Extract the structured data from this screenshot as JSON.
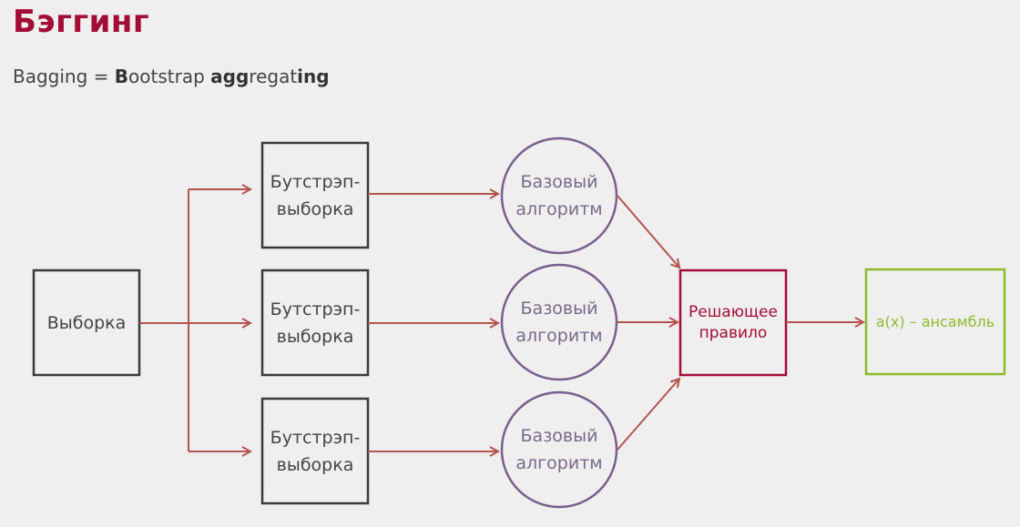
{
  "title": "Бэггинг",
  "subtitle": {
    "prefix": "Bagging = ",
    "parts": [
      {
        "bold": "B",
        "normal": "ootstrap "
      },
      {
        "bold": "agg",
        "normal": "regat"
      },
      {
        "bold": "ing",
        "normal": ""
      }
    ]
  },
  "diagram": {
    "sample": "Выборка",
    "bootstrap": [
      "Бутстрэп-\nвыборка",
      "Бутстрэп-\nвыборка",
      "Бутстрэп-\nвыборка"
    ],
    "base": [
      "Базовый\nалгоритм",
      "Базовый\nалгоритм",
      "Базовый\nалгоритм"
    ],
    "decision": "Решающее\nправило",
    "result": "a(x) – ансамбль"
  },
  "colors": {
    "title": "#a30d35",
    "arrow": "#b5534f",
    "box": "#3a3a3a",
    "circle": "#7a5f8c",
    "decision": "#a30d35",
    "result": "#8dbb2c"
  }
}
